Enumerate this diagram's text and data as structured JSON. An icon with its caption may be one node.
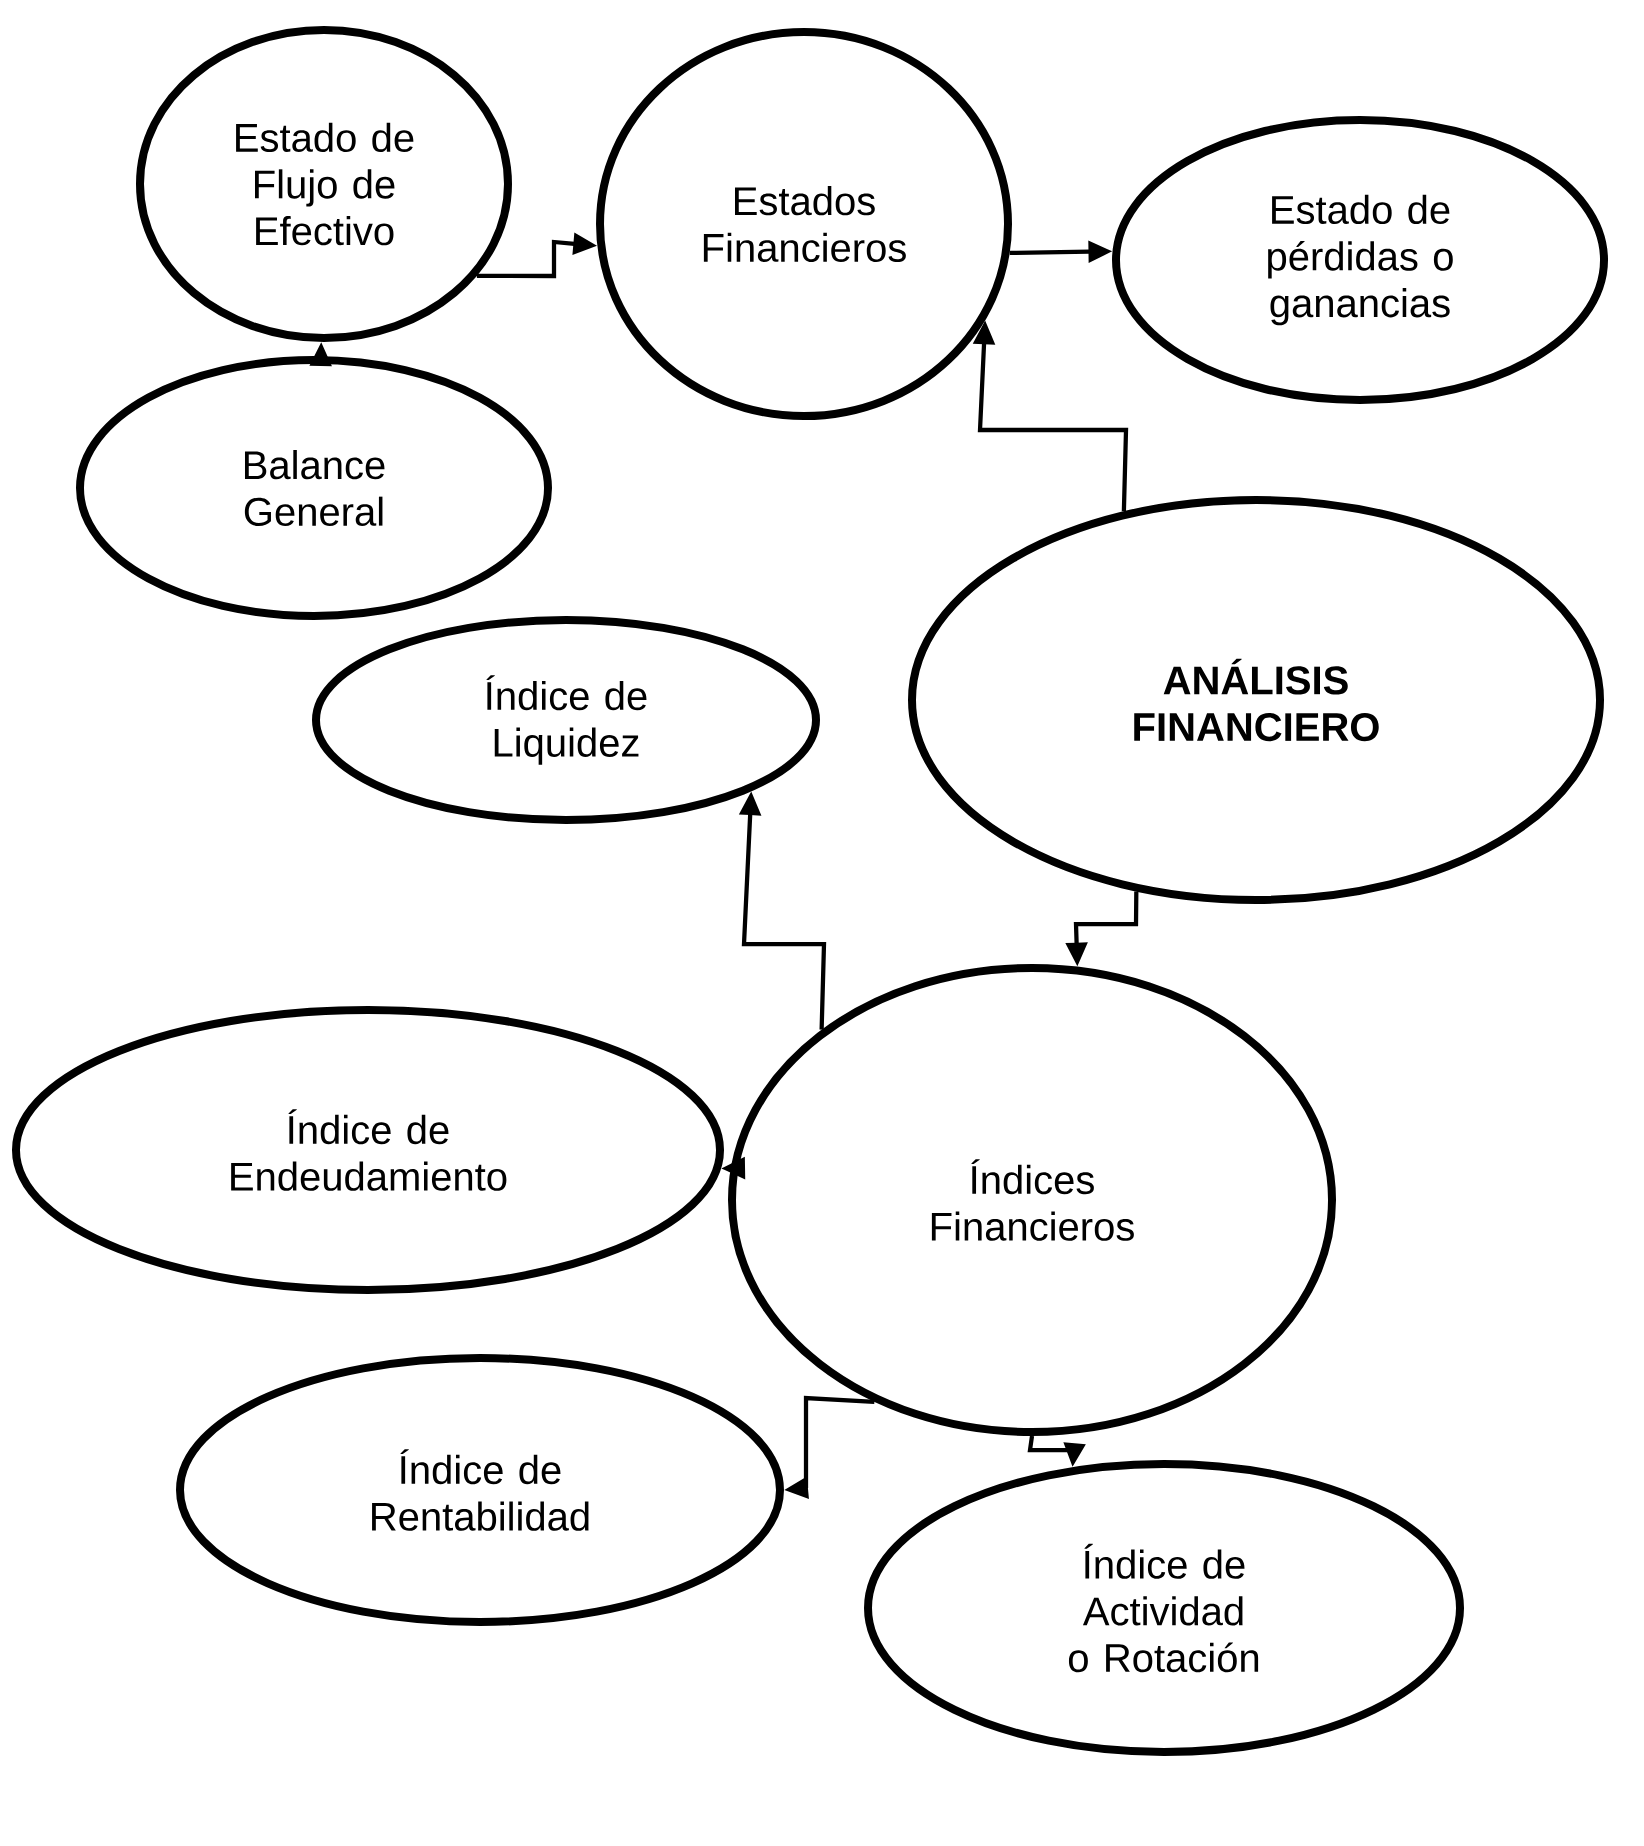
{
  "diagram": {
    "nodes": [
      {
        "text": [
          "Estado de Flujo de Efectivo"
        ]
      },
      {
        "text": [
          "Estados Financieros"
        ]
      },
      {
        "text": [
          "Estado de pérdidas o ganancias"
        ]
      },
      {
        "text": [
          "Balance General"
        ]
      },
      {
        "text": [
          "**ANÁLISIS FINANCIERO**"
        ]
      },
      {
        "text": [
          "Índice de Liquidez"
        ]
      },
      {
        "text": [
          "Índices Financieros"
        ]
      },
      {
        "text": [
          "Índice de Endeudamiento"
        ]
      },
      {
        "text": [
          "Índice de Rentabilidad"
        ]
      },
      {
        "text": [
          "Índice de Actividad o Rotación"
        ]
      }
    ],
    "edges": [
      {
        "from": 3,
        "to": 0,
        "arrow": "to"
      },
      {
        "from": 0,
        "to": 1,
        "arrow": "to"
      },
      {
        "from": 1,
        "to": 2,
        "arrow": "to"
      },
      {
        "from": 4,
        "to": 1,
        "arrow": "to"
      },
      {
        "from": 4,
        "to": 6,
        "arrow": "to"
      },
      {
        "from": 6,
        "to": 5,
        "arrow": "to"
      },
      {
        "from": 6,
        "to": 7,
        "arrow": "to"
      },
      {
        "from": 6,
        "to": 8,
        "arrow": "to"
      },
      {
        "from": 6,
        "to": 9,
        "arrow": "to"
      }
    ]
  }
}
